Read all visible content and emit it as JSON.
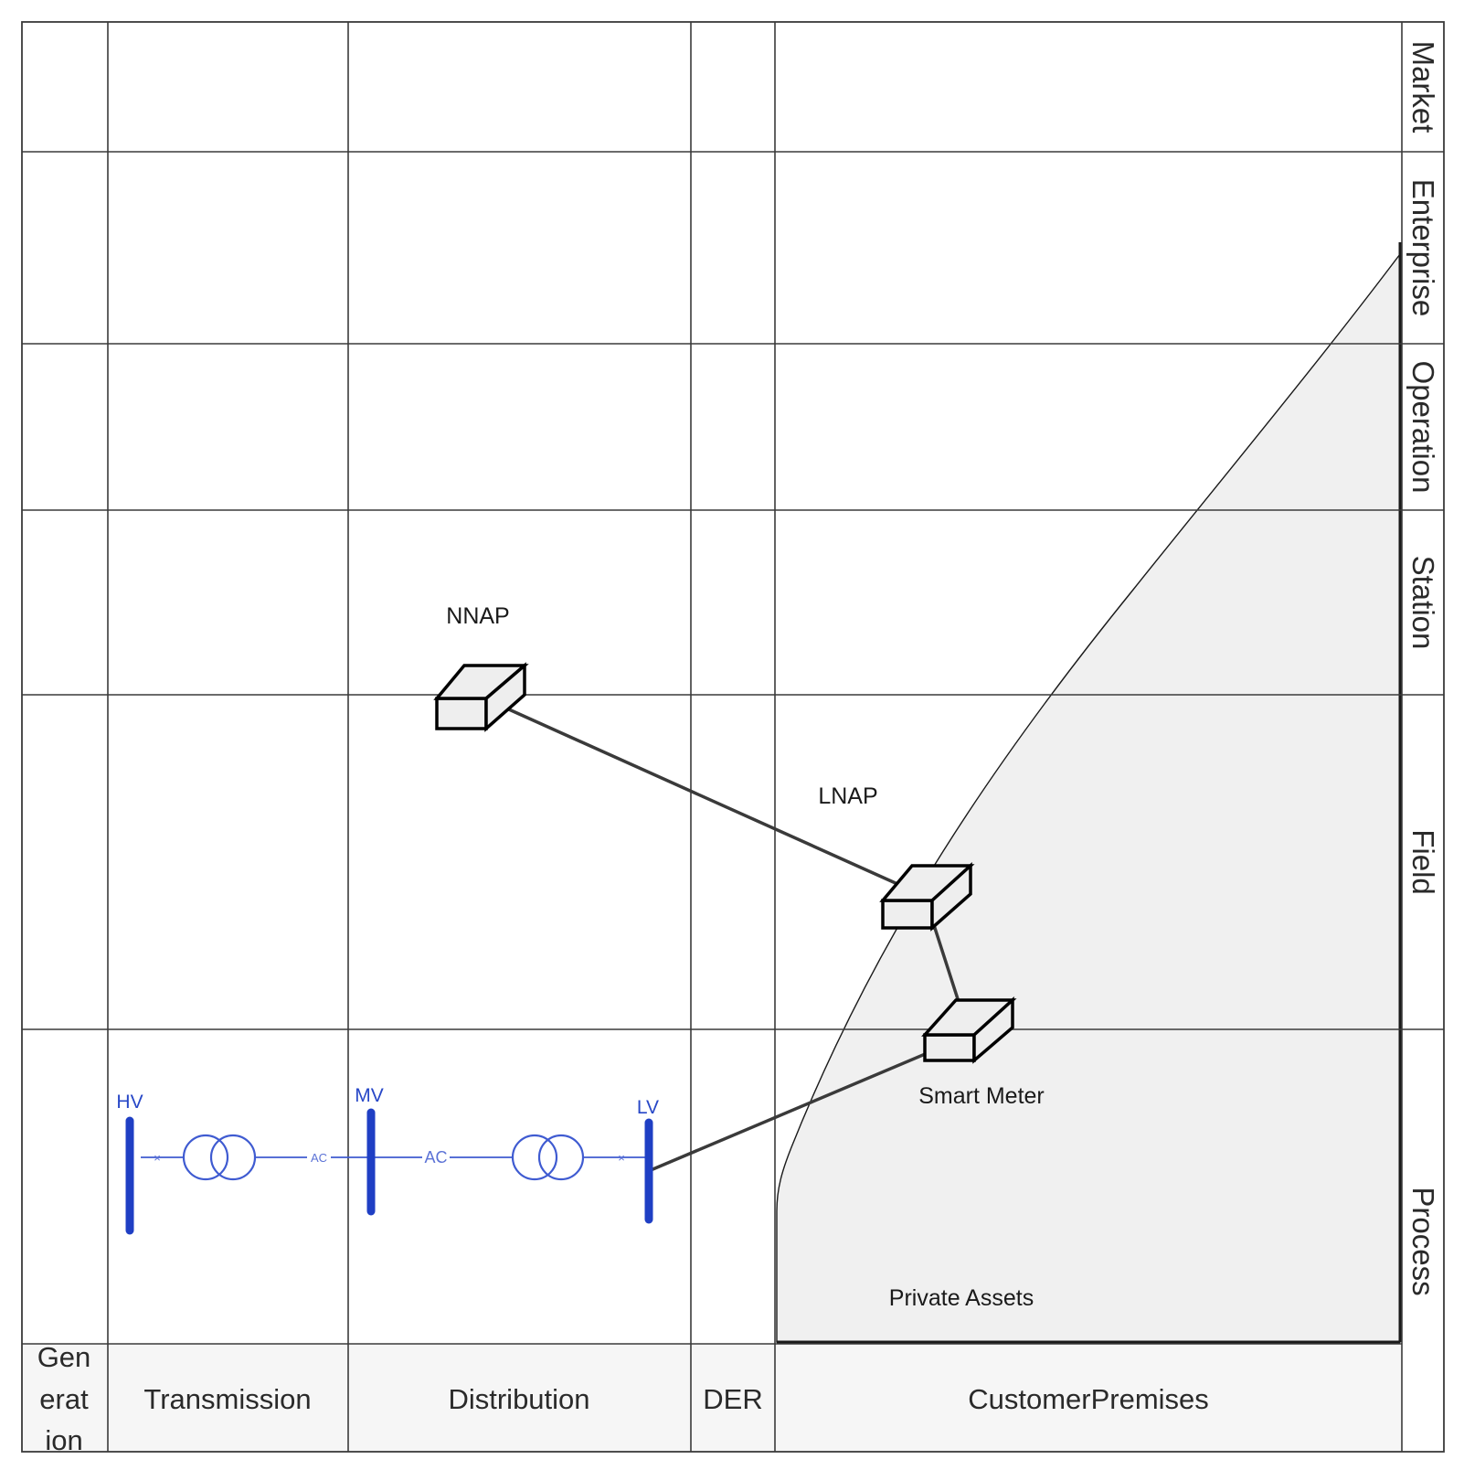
{
  "domains": {
    "generation": [
      "Gen",
      "erat",
      "ion"
    ],
    "transmission": "Transmission",
    "distribution": "Distribution",
    "der": "DER",
    "customer_premises": "CustomerPremises"
  },
  "zones": {
    "market": "Market",
    "enterprise": "Enterprise",
    "operation": "Operation",
    "station": "Station",
    "field": "Field",
    "process": "Process"
  },
  "nodes": {
    "nnap": "NNAP",
    "lnap": "LNAP",
    "smart_meter": "Smart Meter"
  },
  "region": {
    "private_assets": "Private Assets"
  },
  "electrical": {
    "hv": "HV",
    "mv": "MV",
    "lv": "LV",
    "ac_small": "AC",
    "ac_large": "AC"
  },
  "colors": {
    "grid": "#3a3a3a",
    "electrical": "#1f3fc4",
    "private_region_fill": "#f0f0f0"
  }
}
